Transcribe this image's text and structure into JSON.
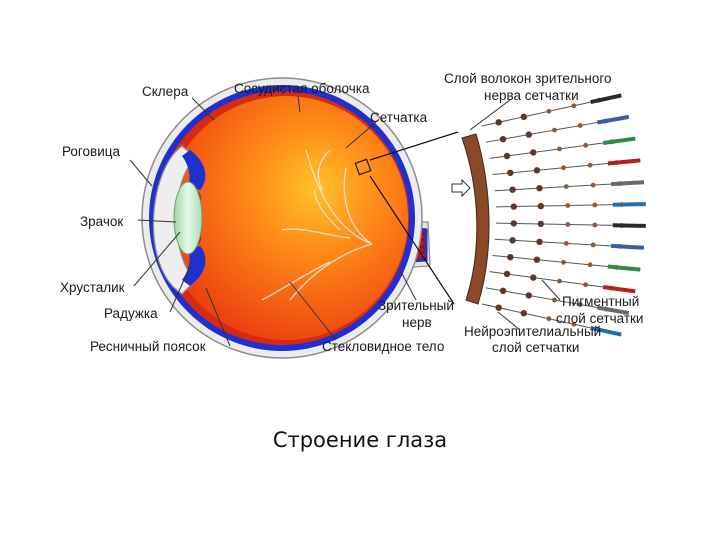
{
  "diagram": {
    "labels": {
      "sclera": "Склера",
      "choroid": "Сосудистая оболочка",
      "retina": "Сетчатка",
      "cornea": "Роговица",
      "pupil": "Зрачок",
      "lens": "Хрусталик",
      "iris": "Радужка",
      "ciliary_zonule": "Ресничный поясок",
      "vitreous": "Стекловидное тело",
      "optic_nerve_line1": "Зрительный",
      "optic_nerve_line2": "нерв",
      "nerve_fiber_line1": "Слой волокон зрительного",
      "nerve_fiber_line2": "нерва сетчатки",
      "pigment_line1": "Пигментный",
      "pigment_line2": "слой сетчатки",
      "neuroepithelial_line1": "Нейроэпителиальный",
      "neuroepithelial_line2": "слой сетчатки"
    },
    "colors": {
      "eye_fill": "#f03a12",
      "eye_highlight": "#ff9a1e",
      "choroid": "#1f2fd0",
      "sclera": "#e6e6e6",
      "lens": "#bfe6c4",
      "nerve": "#c01818"
    }
  },
  "caption": "Строение глаза"
}
